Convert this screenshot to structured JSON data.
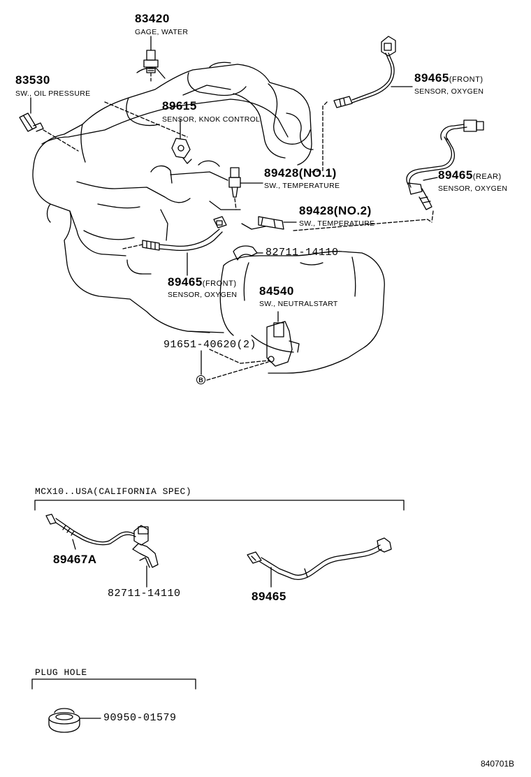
{
  "callouts": {
    "p83420": {
      "number": "83420",
      "name": "GAGE, WATER"
    },
    "p83530": {
      "number": "83530",
      "name": "SW., OIL PRESSURE"
    },
    "p89615": {
      "number": "89615",
      "name": "SENSOR, KNOK CONTROL"
    },
    "p89465_front_top": {
      "number": "89465",
      "qualifier": "(FRONT)",
      "name": "SENSOR, OXYGEN"
    },
    "p89465_rear": {
      "number": "89465",
      "qualifier": "(REAR)",
      "name": "SENSOR, OXYGEN"
    },
    "p89428_no1": {
      "number": "89428",
      "qualifier": "(NO.1)",
      "name": "SW., TEMPERATURE"
    },
    "p89428_no2": {
      "number": "89428",
      "qualifier": "(NO.2)",
      "name": "SW., TEMPERATURE"
    },
    "p82711": {
      "number": "82711-14110"
    },
    "p89465_front_low": {
      "number": "89465",
      "qualifier": "(FRONT)",
      "name": "SENSOR, OXYGEN"
    },
    "p84540": {
      "number": "84540",
      "name": "SW., NEUTRALSTART"
    },
    "p91651": {
      "number": "91651-40620",
      "qualifier": "(2)"
    },
    "bolt_marker": "B"
  },
  "sections": {
    "california": {
      "heading": "MCX10..USA(CALIFORNIA SPEC)",
      "parts": [
        "89467A",
        "82711-14110",
        "89465"
      ]
    },
    "plug_hole": {
      "heading": "PLUG HOLE",
      "parts": [
        "90950-01579"
      ]
    }
  },
  "figure_ref": "840701B"
}
